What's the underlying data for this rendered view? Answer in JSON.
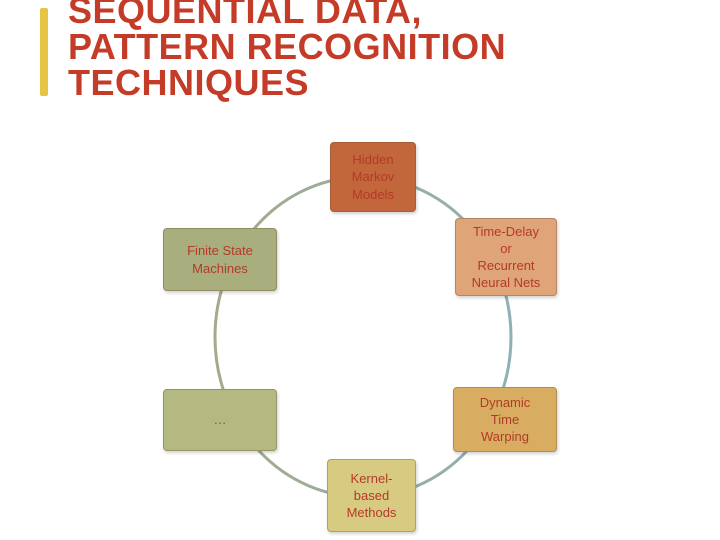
{
  "slide": {
    "title": "SEQUENTIAL DATA,\nPATTERN RECOGNITION\nTECHNIQUES",
    "title_color": "#c43b27",
    "accent_bar_color": "#e6c544",
    "background": "#ffffff"
  },
  "diagram": {
    "type": "cycle",
    "circle_gradient": [
      "#a4aa8a",
      "#8fb0b5"
    ],
    "text_color": "#b43a28",
    "nodes": [
      {
        "id": "hidden-markov-models",
        "label": "Hidden\nMarkov\nModels",
        "bg": "#c2663c"
      },
      {
        "id": "time-delay-recurrent-neural-nets",
        "label": "Time-Delay\nor\nRecurrent\nNeural Nets",
        "bg": "#dfa477"
      },
      {
        "id": "finite-state-machines",
        "label": "Finite State\nMachines",
        "bg": "#a8ae7e"
      },
      {
        "id": "ellipsis",
        "label": "…",
        "bg": "#b3b981"
      },
      {
        "id": "dynamic-time-warping",
        "label": "Dynamic\nTime\nWarping",
        "bg": "#d8ad62"
      },
      {
        "id": "kernel-based-methods",
        "label": "Kernel-\nbased\nMethods",
        "bg": "#d7cb82"
      }
    ]
  }
}
